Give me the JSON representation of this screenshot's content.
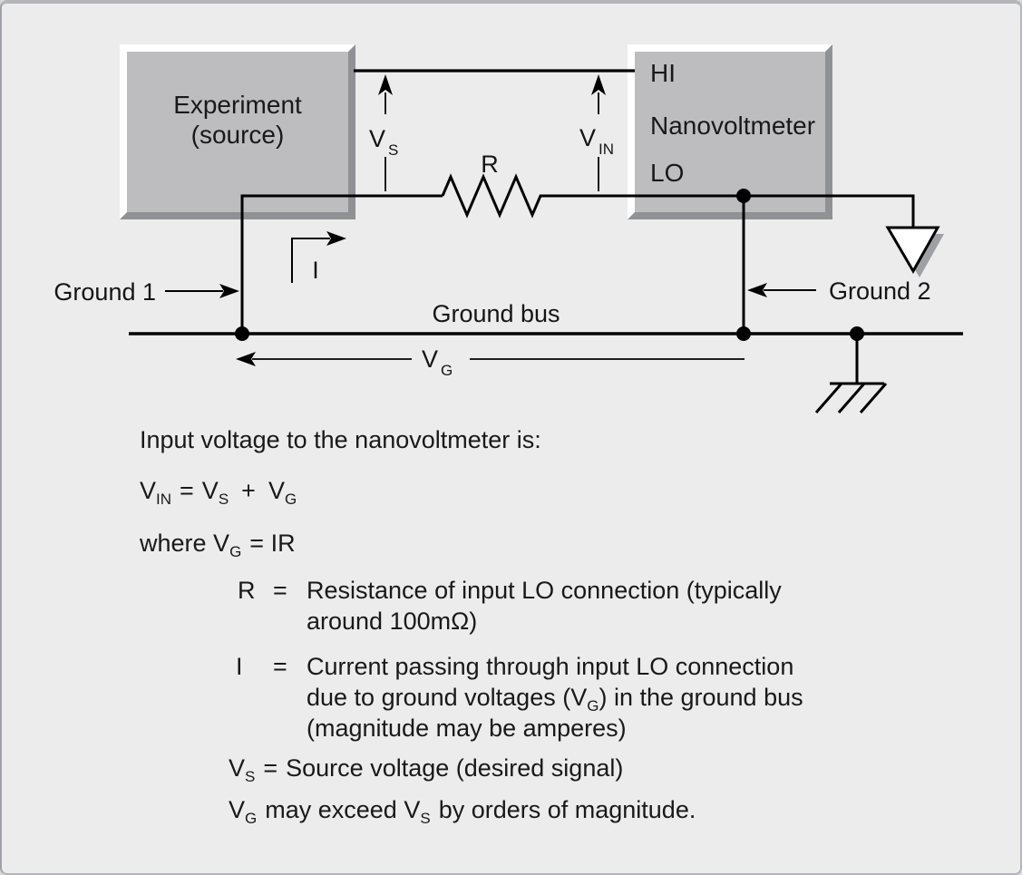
{
  "diagram": {
    "experiment_box": {
      "line1": "Experiment",
      "line2": "(source)"
    },
    "nanovoltmeter_box": {
      "hi": "HI",
      "name": "Nanovoltmeter",
      "lo": "LO"
    },
    "labels": {
      "vs_main": "V",
      "vs_sub": "S",
      "vin_main": "V",
      "vin_sub": "IN",
      "vg_main": "V",
      "vg_sub": "G",
      "r": "R",
      "i": "I",
      "ground1": "Ground 1",
      "ground2": "Ground 2",
      "ground_bus": "Ground bus"
    }
  },
  "text": {
    "intro": "Input voltage to the nanovoltmeter is:",
    "eq1": {
      "v1": "V",
      "sub1": "IN",
      "eq": "=",
      "v2": "V",
      "sub2": "S",
      "plus": "+",
      "v3": "V",
      "sub3": "G"
    },
    "eq2": {
      "a": "where V",
      "sub": "G",
      "b": "= IR"
    },
    "defs": {
      "r": {
        "sym": "R",
        "eq": "=",
        "line1": "Resistance of input LO connection (typically",
        "line2": "around 100mΩ)"
      },
      "i": {
        "sym": "I",
        "eq": "=",
        "line1": "Current passing through input LO connection",
        "line2a": "due to ground voltages (V",
        "line2sub": "G",
        "line2b": ") in the ground bus",
        "line3": "(magnitude may be amperes)"
      },
      "vs": {
        "sym": "V",
        "symsub": "S",
        "eq": "=",
        "text": "Source voltage (desired signal)"
      },
      "vg": {
        "a": "V",
        "asub": "G",
        "b": "may exceed V",
        "bsub": "S",
        "c": "by orders of magnitude."
      }
    }
  },
  "colors": {
    "background": "#ececec",
    "box_fill": "#bdbdbf",
    "box_shadow": "#8f9195",
    "line": "#000000",
    "shadow_gray": "#9da0a4"
  }
}
